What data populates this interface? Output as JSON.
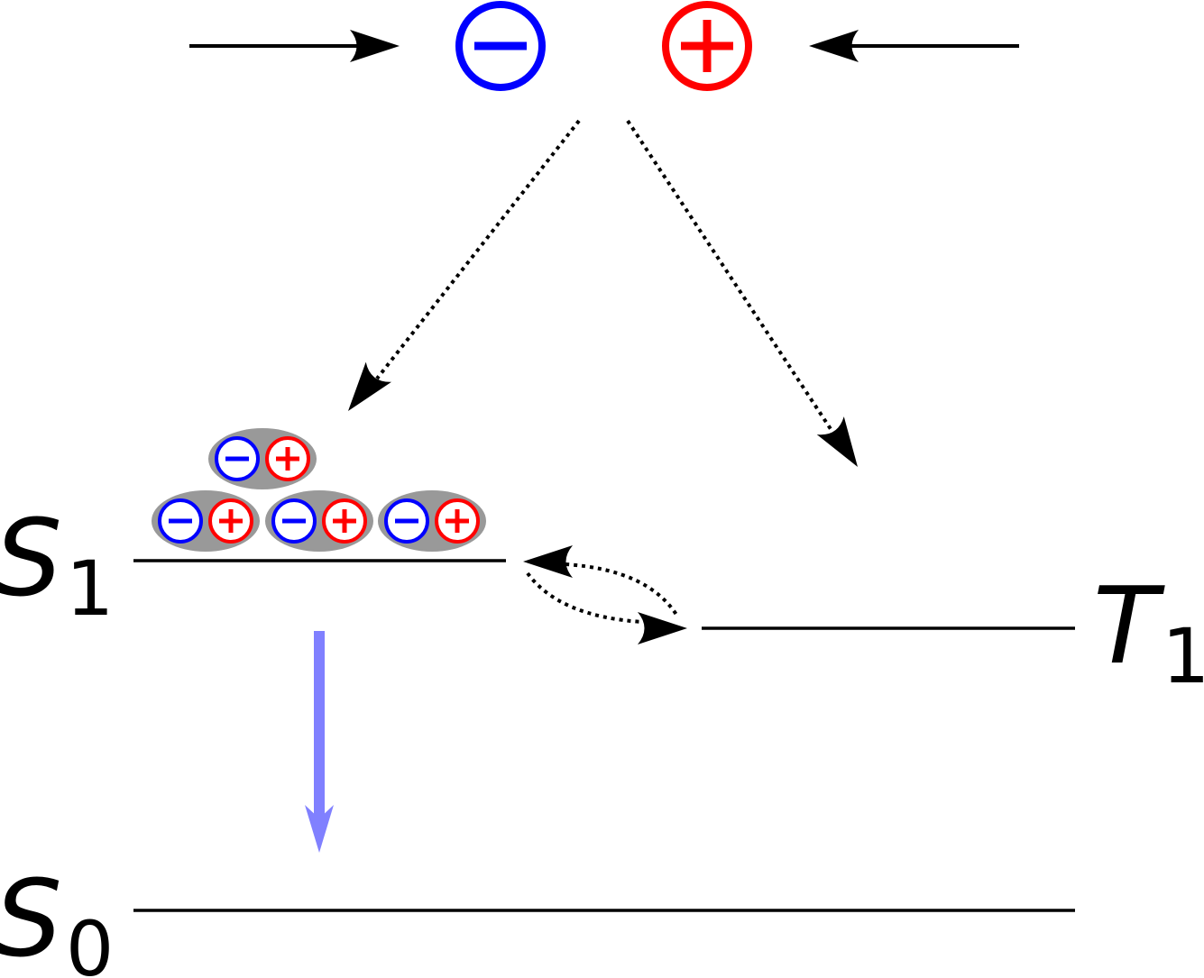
{
  "diagram": {
    "type": "energy-level diagram",
    "colors": {
      "electron": "#0000ff",
      "hole": "#ff0000",
      "exciton_bg": "#999999",
      "emission": "#8080ff",
      "lines": "#000000"
    },
    "carriers": {
      "electron_symbol": "minus",
      "hole_symbol": "plus"
    },
    "levels": {
      "s1": {
        "letter": "S",
        "subscript": "1"
      },
      "t1": {
        "letter": "T",
        "subscript": "1"
      },
      "s0": {
        "letter": "S",
        "subscript": "0"
      }
    },
    "excitons_on_s1": 4,
    "transitions": [
      {
        "from": "carriers",
        "to": "S1",
        "style": "dotted"
      },
      {
        "from": "carriers",
        "to": "T1",
        "style": "dotted"
      },
      {
        "from": "S1",
        "to": "T1",
        "style": "dotted",
        "direction": "bidirectional"
      },
      {
        "from": "S1",
        "to": "S0",
        "style": "solid",
        "kind": "emission"
      }
    ]
  }
}
